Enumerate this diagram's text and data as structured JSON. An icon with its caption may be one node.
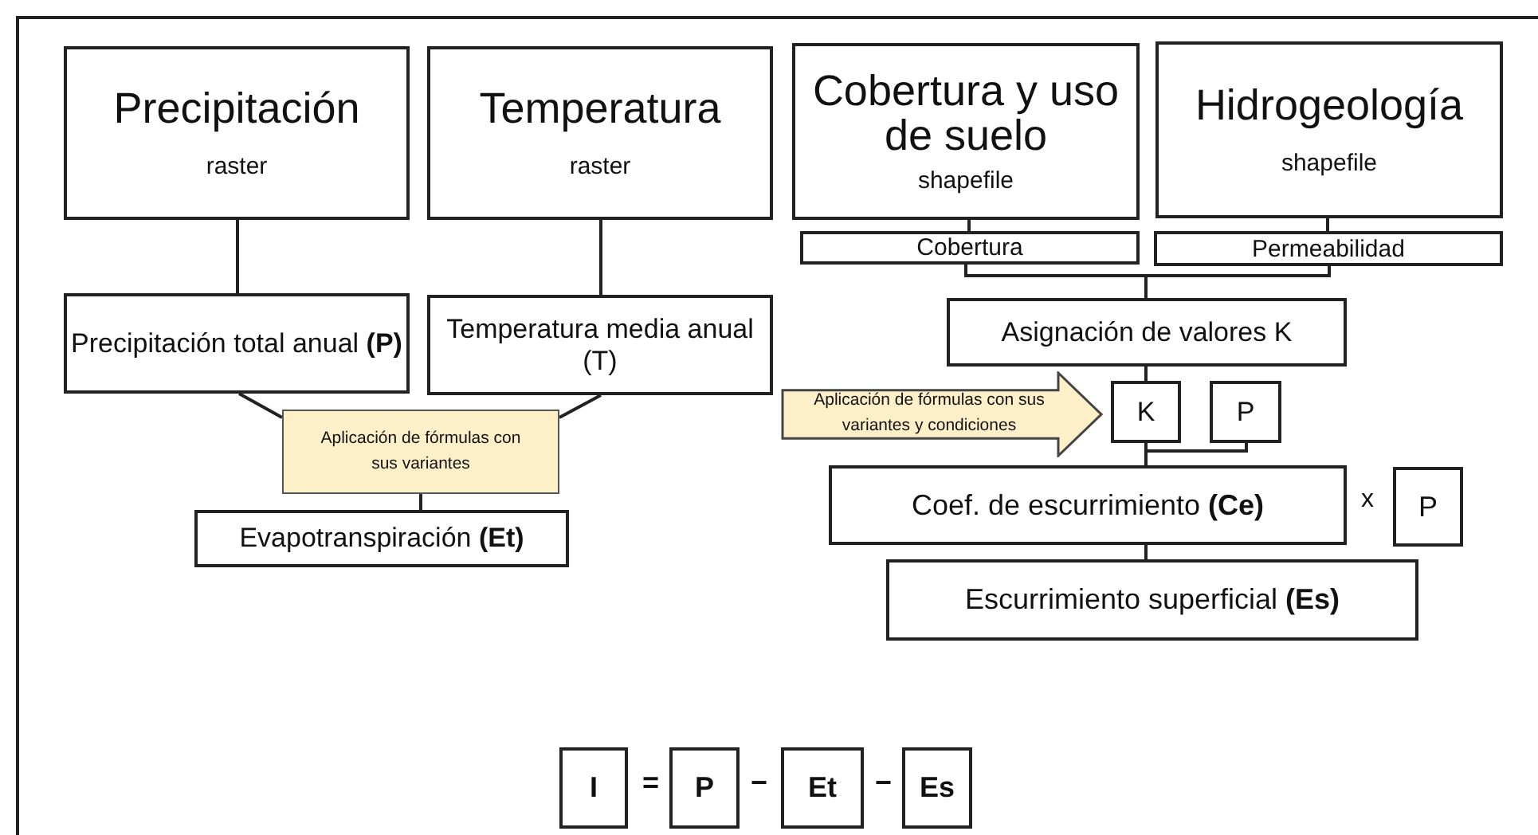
{
  "diagram": {
    "nodes": [
      {
        "text": [
          "Precipitación",
          "raster"
        ]
      },
      {
        "text": [
          "Temperatura",
          "raster"
        ]
      },
      {
        "text": [
          "Cobertura y uso de suelo",
          "shapefile"
        ]
      },
      {
        "text": [
          "Hidrogeología",
          "shapefile"
        ]
      },
      {
        "text": [
          "Cobertura"
        ]
      },
      {
        "text": [
          "Permeabilidad"
        ]
      },
      {
        "text": [
          "Precipitación total anual **(P)**"
        ]
      },
      {
        "text": [
          "Temperatura media anual (T)"
        ]
      },
      {
        "text": [
          "Aplicación de fórmulas con sus variantes"
        ]
      },
      {
        "text": [
          "Evapotranspiración **(Et)**"
        ]
      },
      {
        "text": [
          "Asignación de valores K"
        ]
      },
      {
        "text": [
          "Aplicación de fórmulas con sus variantes y condiciones"
        ]
      },
      {
        "text": [
          "K"
        ]
      },
      {
        "text": [
          "P"
        ]
      },
      {
        "text": [
          "Coef. de escurrimiento **(Ce)**"
        ]
      },
      {
        "text": [
          "P"
        ]
      },
      {
        "text": [
          "Escurrimiento superficial **(Es)**"
        ]
      },
      {
        "text": [
          "I"
        ]
      },
      {
        "text": [
          "P"
        ]
      },
      {
        "text": [
          "Et"
        ]
      },
      {
        "text": [
          "Es"
        ]
      }
    ],
    "edges": [
      {
        "from": 0,
        "to": 6,
        "arrow": "none"
      },
      {
        "from": 1,
        "to": 7,
        "arrow": "none"
      },
      {
        "from": 2,
        "to": 4,
        "arrow": "none"
      },
      {
        "from": 3,
        "to": 5,
        "arrow": "none"
      },
      {
        "from": 6,
        "to": 8,
        "arrow": "none"
      },
      {
        "from": 7,
        "to": 8,
        "arrow": "none"
      },
      {
        "from": 8,
        "to": 9,
        "arrow": "none"
      },
      {
        "from": 4,
        "to": 10,
        "arrow": "none"
      },
      {
        "from": 5,
        "to": 10,
        "arrow": "none"
      },
      {
        "from": 10,
        "to": 12,
        "arrow": "none"
      },
      {
        "from": 12,
        "to": 14,
        "arrow": "none"
      },
      {
        "from": 13,
        "to": 14,
        "arrow": "none"
      },
      {
        "from": 14,
        "to": 16,
        "arrow": "none"
      }
    ],
    "labels": [
      "x",
      "=",
      "−",
      "−"
    ]
  }
}
